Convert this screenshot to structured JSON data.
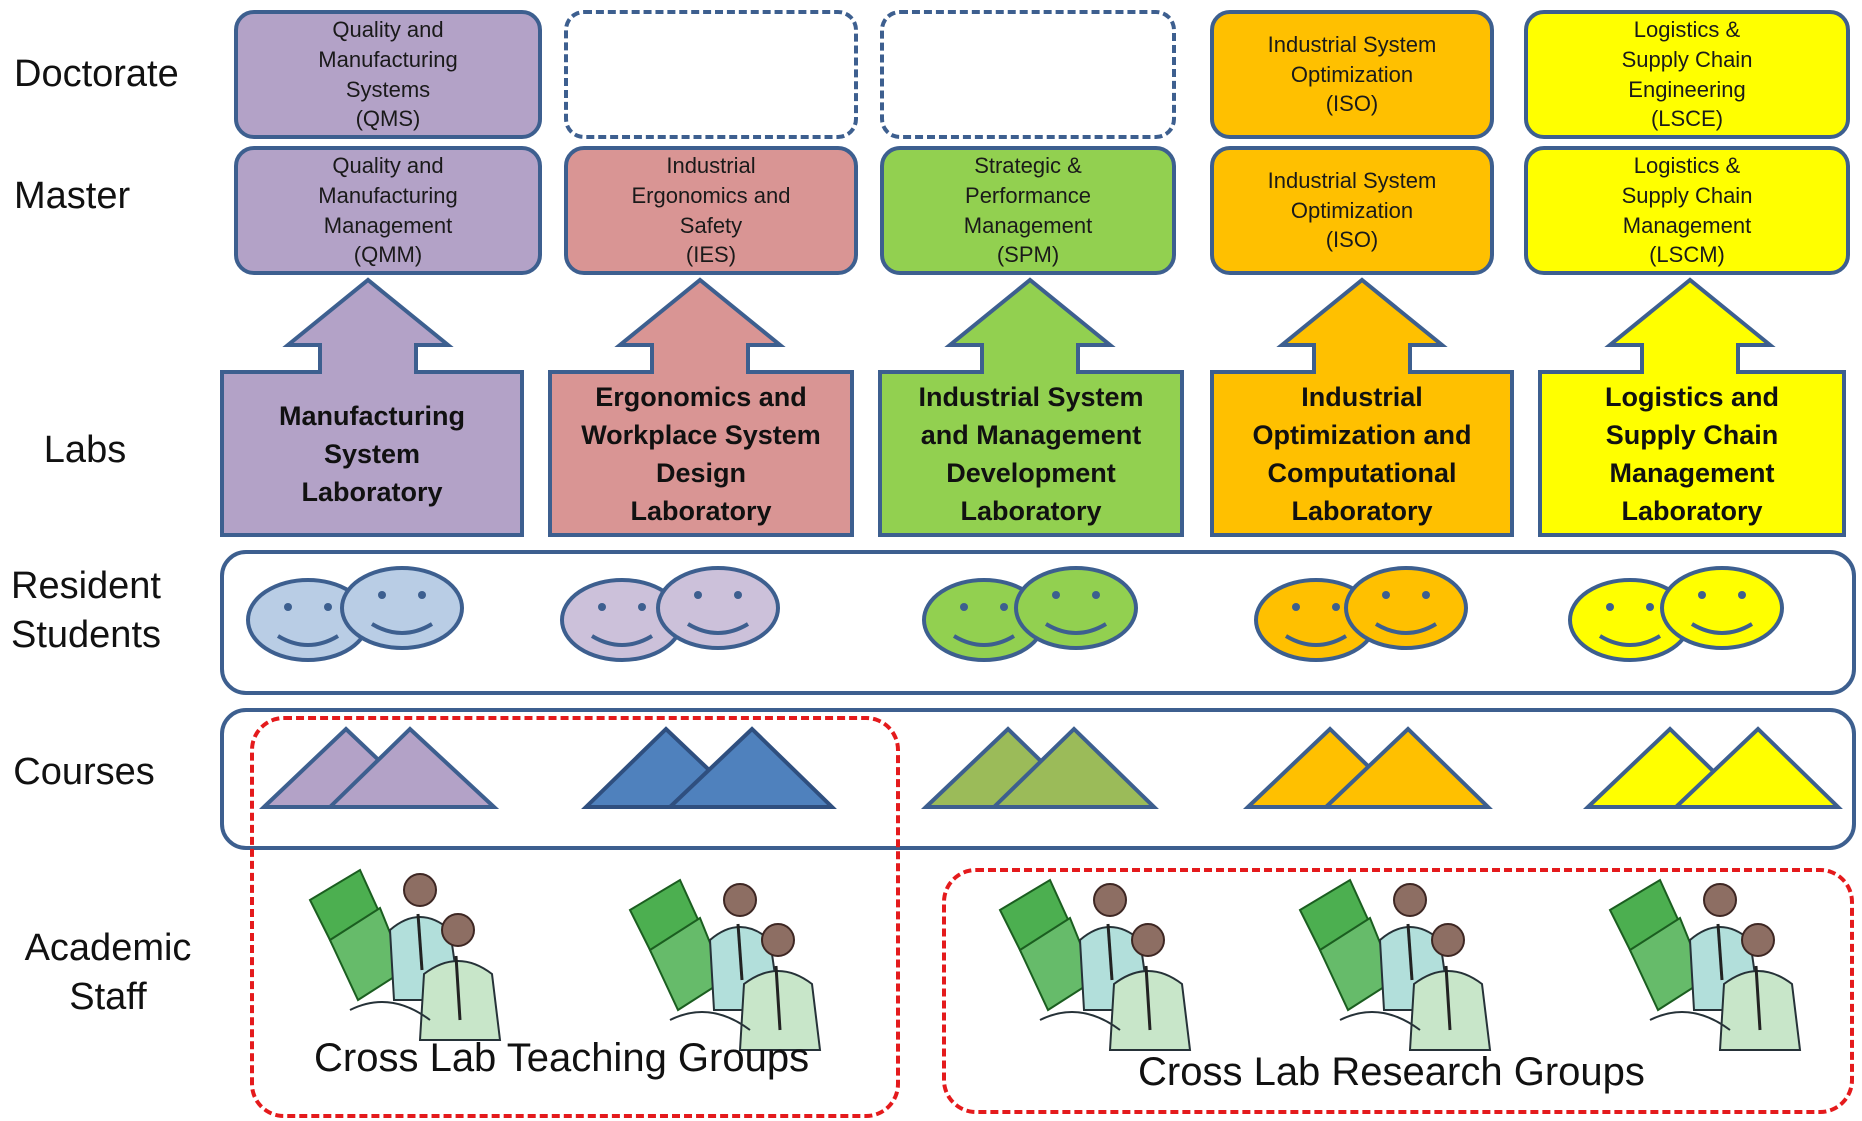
{
  "row_labels": {
    "doctorate": "Doctorate",
    "master": "Master",
    "labs": "Labs",
    "resident_students": "Resident\nStudents",
    "courses": "Courses",
    "academic_staff": "Academic\nStaff"
  },
  "columns": [
    {
      "color": "#b3a2c7",
      "dark": "#3d5f8f",
      "doctorate": "Quality and\nManufacturing\nSystems\n(QMS)",
      "master": "Quality and\nManufacturing\nManagement\n(QMM)",
      "lab": "Manufacturing\nSystem\nLaboratory",
      "face_color": "#b9cde5",
      "course_color": "#b3a2c7"
    },
    {
      "color": "#d99594",
      "doctorate": "",
      "master": "Industrial\nErgonomics and\nSafety\n(IES)",
      "lab": "Ergonomics and\nWorkplace System\nDesign\nLaboratory",
      "face_color": "#ccc1da",
      "course_color": "#4f81bd"
    },
    {
      "color": "#92d050",
      "doctorate": "",
      "master": "Strategic  &\nPerformance\nManagement\n(SPM)",
      "lab": "Industrial System\nand Management\nDevelopment\nLaboratory",
      "face_color": "#92d050",
      "course_color": "#9bbb59"
    },
    {
      "color": "#ffc000",
      "doctorate": "Industrial System\nOptimization\n(ISO)",
      "master": "Industrial System\nOptimization\n(ISO)",
      "lab": "Industrial\nOptimization and\nComputational\nLaboratory",
      "face_color": "#ffc000",
      "course_color": "#ffc000"
    },
    {
      "color": "#ffff00",
      "doctorate": "Logistics &\nSupply Chain\nEngineering\n(LSCE)",
      "master": "Logistics &\nSupply Chain\nManagement\n(LSCM)",
      "lab": "Logistics and\nSupply Chain\nManagement\nLaboratory",
      "face_color": "#ffff00",
      "course_color": "#ffff00"
    }
  ],
  "groups": {
    "teaching": "Cross Lab Teaching Groups",
    "research": "Cross Lab Research Groups"
  },
  "colors": {
    "outline": "#3d5f8f",
    "group_dash": "#e41a1c"
  }
}
